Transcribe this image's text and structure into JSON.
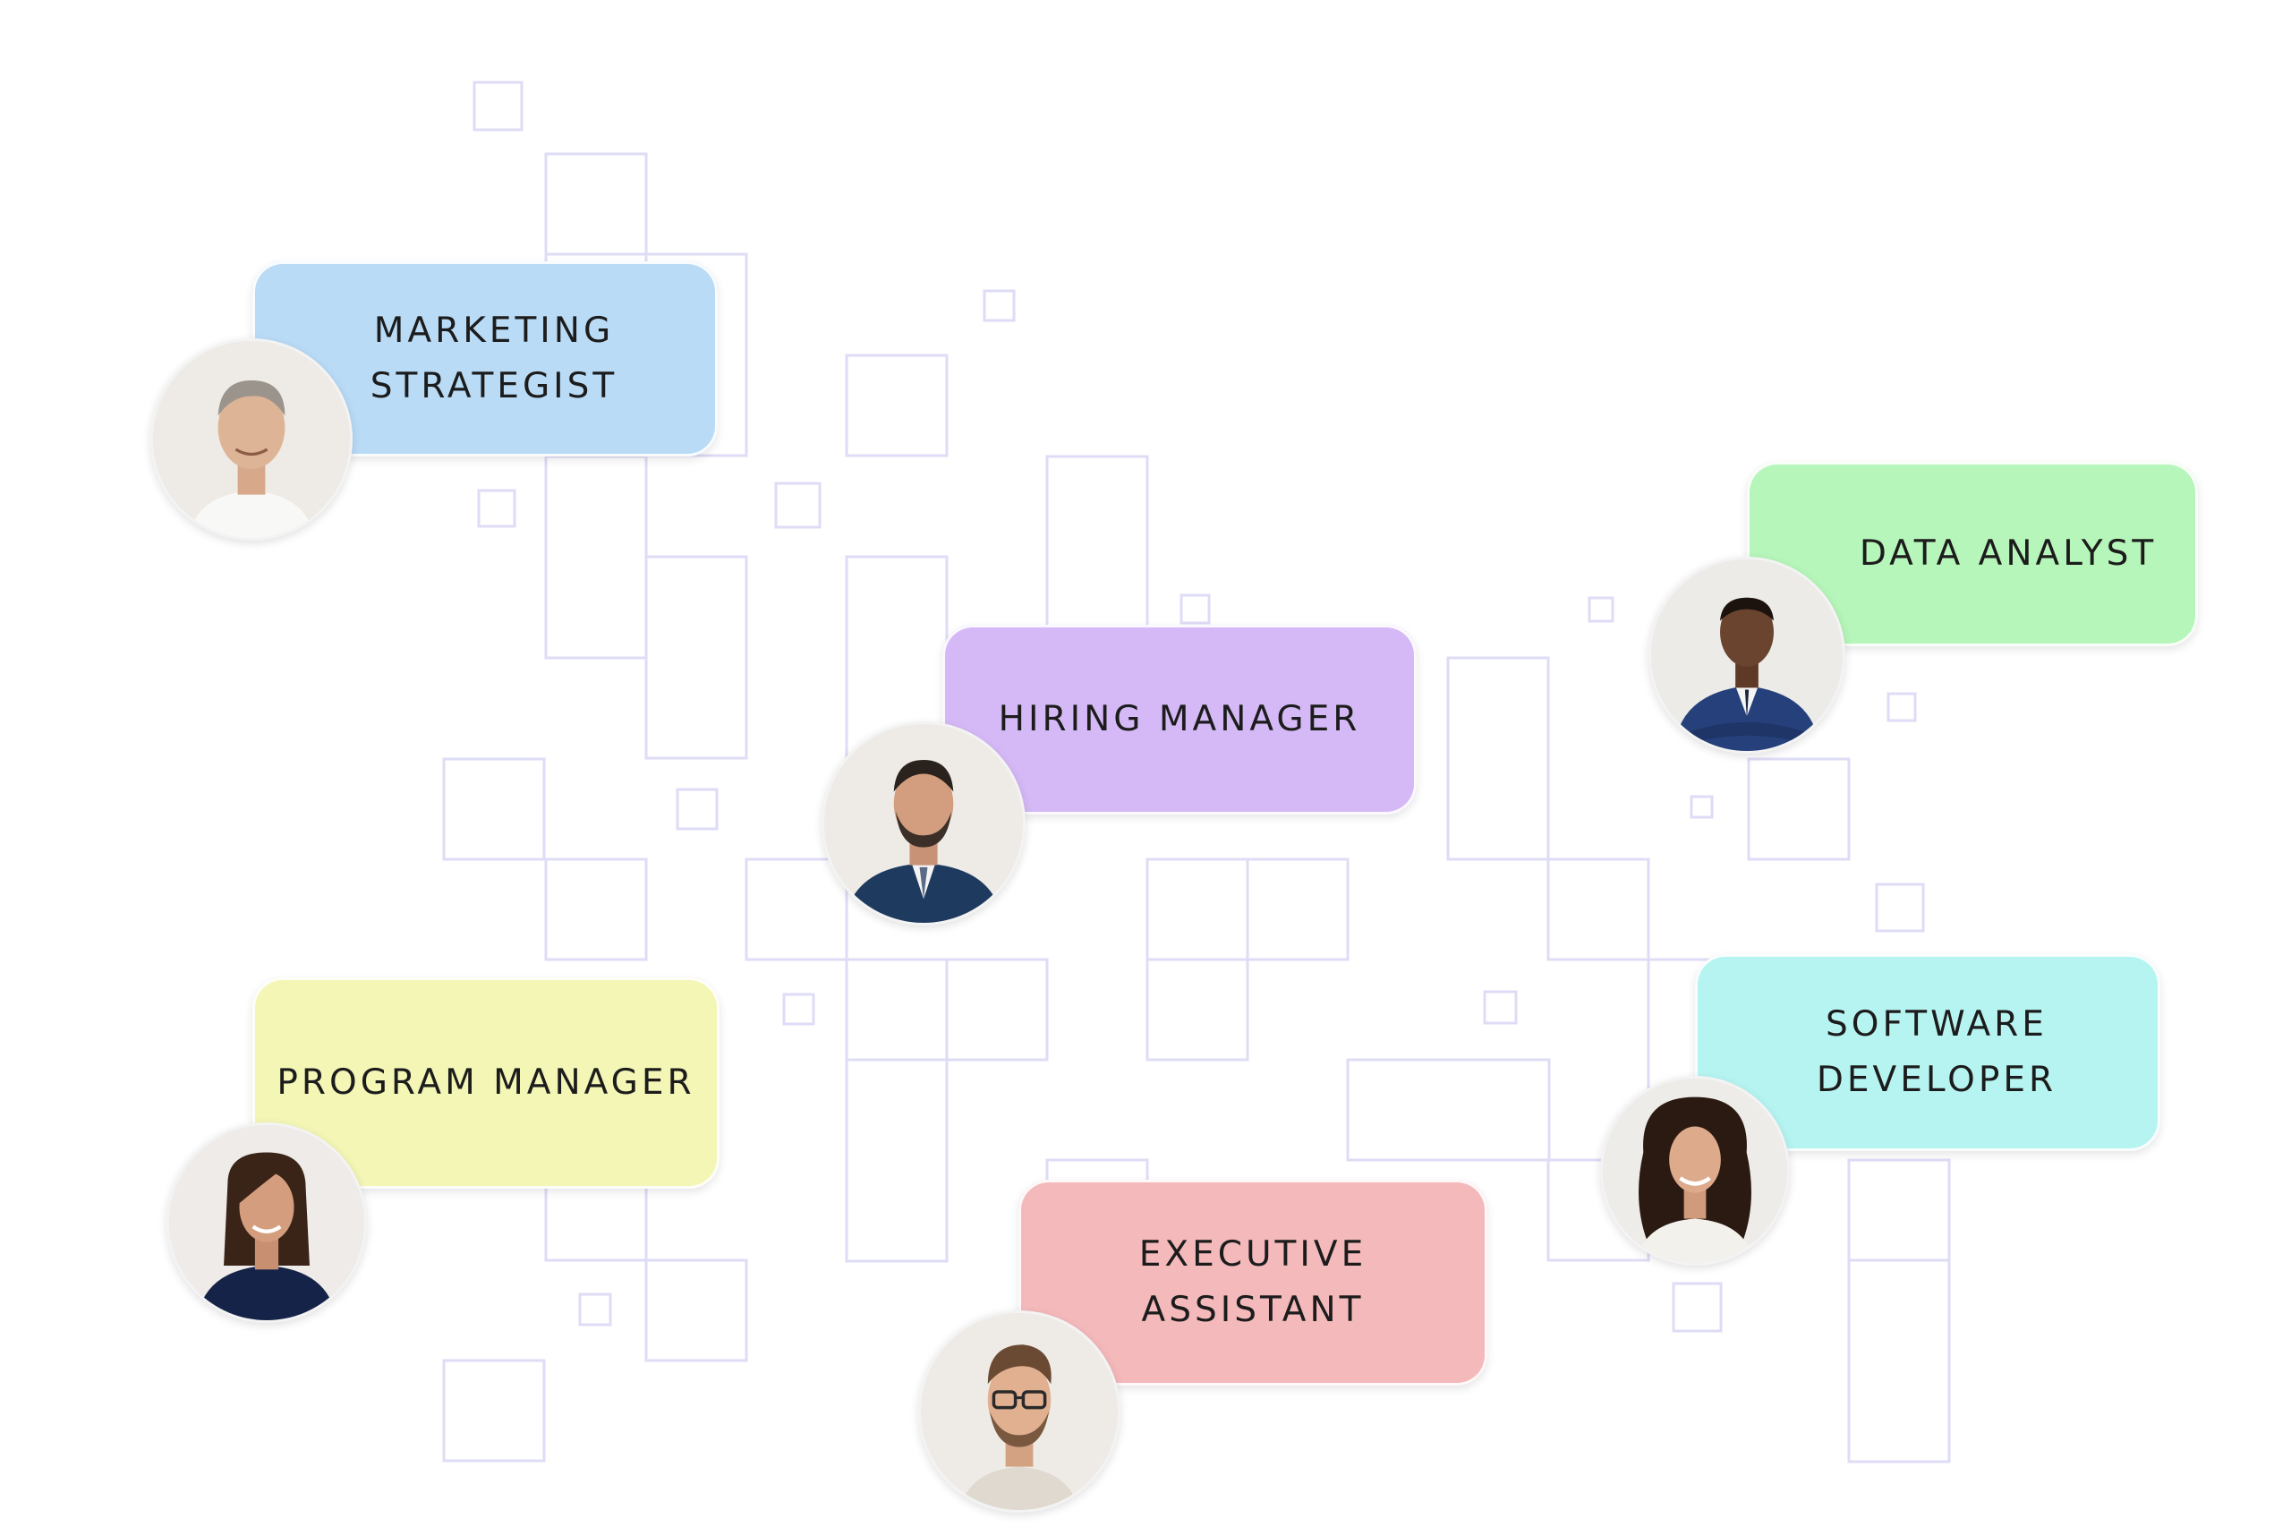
{
  "colors": {
    "grid_line": "#dedcf6",
    "card_blue": "#b9dbf6",
    "card_purple": "#d5b9f6",
    "card_green": "#b6f6ba",
    "card_yellow": "#f4f6b6",
    "card_cyan": "#b6f4f2",
    "card_pink": "#f4b9bb"
  },
  "cards": {
    "marketing": {
      "label": "MARKETING\nSTRATEGIST",
      "avatar_icon": "man-grey-hair-white-tee-portrait"
    },
    "hiring": {
      "label": "HIRING MANAGER",
      "avatar_icon": "man-beard-navy-suit-portrait"
    },
    "data": {
      "label": "DATA ANALYST",
      "avatar_icon": "man-blue-suit-arms-crossed-portrait"
    },
    "program": {
      "label": "PROGRAM MANAGER",
      "avatar_icon": "woman-dark-hair-navy-blouse-portrait"
    },
    "software": {
      "label": "SOFTWARE\nDEVELOPER",
      "avatar_icon": "woman-curly-hair-portrait"
    },
    "executive": {
      "label": "EXECUTIVE\nASSISTANT",
      "avatar_icon": "man-glasses-beard-portrait"
    }
  }
}
